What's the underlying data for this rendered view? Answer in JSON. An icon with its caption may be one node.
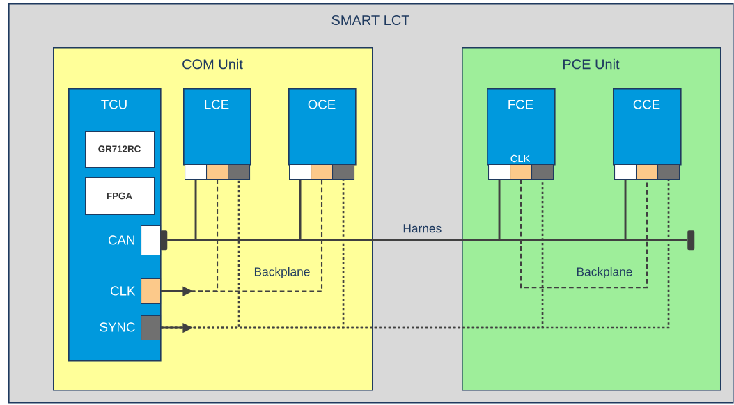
{
  "diagram": {
    "nodes": [
      {
        "text": [
          "SMART LCT"
        ]
      },
      {
        "text": [
          "COM Unit"
        ],
        "in": 0
      },
      {
        "text": [
          "PCE Unit"
        ],
        "in": 0
      },
      {
        "text": [
          "TCU"
        ],
        "in": 1
      },
      {
        "text": [
          "GR712RC"
        ],
        "in": 3
      },
      {
        "text": [
          "FPGA"
        ],
        "in": 3
      },
      {
        "text": [],
        "shape": "box",
        "beside": [
          "CAN"
        ],
        "in": 3
      },
      {
        "text": [],
        "shape": "box",
        "beside": [
          "CLK"
        ],
        "in": 3
      },
      {
        "text": [],
        "shape": "box",
        "beside": [
          "SYNC"
        ],
        "in": 3
      },
      {
        "text": [
          "LCE"
        ],
        "in": 1
      },
      {
        "text": [],
        "shape": "box",
        "in": 1
      },
      {
        "text": [],
        "shape": "box",
        "in": 1
      },
      {
        "text": [],
        "shape": "box",
        "in": 1
      },
      {
        "text": [
          "OCE"
        ],
        "in": 1
      },
      {
        "text": [],
        "shape": "box",
        "in": 1
      },
      {
        "text": [],
        "shape": "box",
        "in": 1
      },
      {
        "text": [],
        "shape": "box",
        "in": 1
      },
      {
        "text": [
          "FCE"
        ],
        "in": 2
      },
      {
        "text": [],
        "shape": "box",
        "in": 2
      },
      {
        "text": [],
        "shape": "box",
        "beside": [
          "CLK"
        ],
        "in": 2
      },
      {
        "text": [],
        "shape": "box",
        "in": 2
      },
      {
        "text": [
          "CCE"
        ],
        "in": 2
      },
      {
        "text": [],
        "shape": "box",
        "in": 2
      },
      {
        "text": [],
        "shape": "box",
        "in": 2
      },
      {
        "text": [],
        "shape": "box",
        "in": 2
      },
      {
        "text": [],
        "shape": "bar",
        "in": 1
      },
      {
        "text": [],
        "shape": "bar",
        "in": 2
      }
    ],
    "edges": [
      {
        "from": 25,
        "to": 26,
        "arrow": "none",
        "label": "Harnes"
      },
      {
        "from": 10,
        "to": 25,
        "arrow": "none"
      },
      {
        "from": 14,
        "to": 25,
        "arrow": "none"
      },
      {
        "from": 18,
        "to": 26,
        "arrow": "none"
      },
      {
        "from": 22,
        "to": 26,
        "arrow": "none"
      },
      {
        "from": 7,
        "to": 11,
        "arrow": "none",
        "style": "dashed"
      },
      {
        "from": 7,
        "to": 15,
        "arrow": "none",
        "style": "dashed"
      },
      {
        "from": 19,
        "to": 23,
        "arrow": "none",
        "style": "dashed"
      },
      {
        "from": 8,
        "to": 12,
        "arrow": "none",
        "style": "dashed"
      },
      {
        "from": 8,
        "to": 16,
        "arrow": "none",
        "style": "dashed"
      },
      {
        "from": 8,
        "to": 20,
        "arrow": "none",
        "style": "dashed"
      },
      {
        "from": 8,
        "to": 24,
        "arrow": "none",
        "style": "dashed"
      },
      {
        "from": 7,
        "to": null,
        "arrow": "to"
      },
      {
        "from": 8,
        "to": null,
        "arrow": "to"
      }
    ],
    "labels": [
      "Backplane",
      "Backplane"
    ]
  }
}
